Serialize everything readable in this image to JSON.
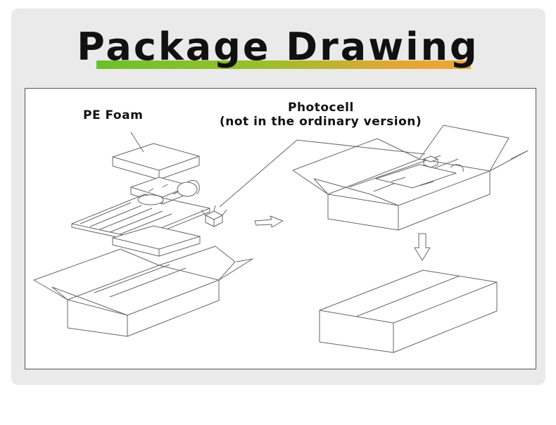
{
  "title": "Package Drawing",
  "labels": {
    "pe_foam": "PE Foam",
    "photocell_line1": "Photocell",
    "photocell_line2": "(not in the ordinary version)"
  },
  "colors": {
    "underline_start": "#6cc02a",
    "underline_end": "#f0a63a",
    "card_background": "#eaeaea",
    "line_art": "#555555"
  },
  "icons": [
    "right-arrow-icon",
    "down-arrow-icon"
  ]
}
